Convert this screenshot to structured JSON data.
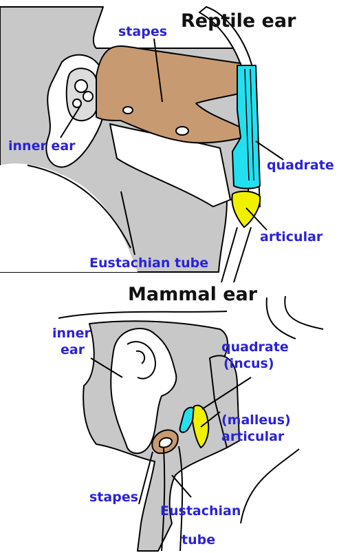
{
  "reptile": {
    "title": "Reptile ear",
    "labels": {
      "stapes": "stapes",
      "inner_ear": "inner ear",
      "quadrate": "quadrate",
      "articular": "articular",
      "eustachian": "Eustachian tube"
    }
  },
  "mammal": {
    "title": "Mammal ear",
    "labels": {
      "inner": "inner",
      "ear": "ear",
      "quadrate": "quadrate",
      "incus": "(incus)",
      "malleus": "(malleus)",
      "articular": "articular",
      "stapes": "stapes",
      "eustachian": "Eustachian",
      "tube": "tube"
    }
  },
  "colors": {
    "label": "#2a22d8",
    "bone_gray": "#c8c8c8",
    "stapes_brown": "#c89a72",
    "quadrate_cyan": "#22e0f0",
    "articular_yellow": "#f0f000",
    "line": "#000000"
  }
}
